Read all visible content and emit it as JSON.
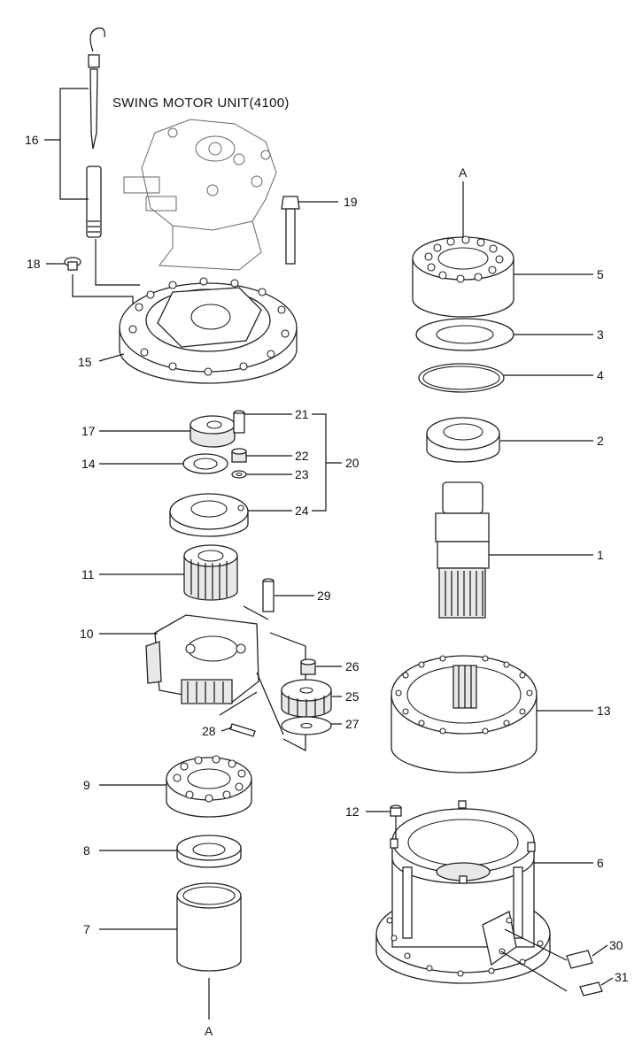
{
  "title": "SWING MOTOR UNIT(4100)",
  "labels": {
    "a_top": "A",
    "a_bottom": "A",
    "p1": "1",
    "p2": "2",
    "p3": "3",
    "p4": "4",
    "p5": "5",
    "p6": "6",
    "p7": "7",
    "p8": "8",
    "p9": "9",
    "p10": "10",
    "p11": "11",
    "p12": "12",
    "p13": "13",
    "p14": "14",
    "p15": "15",
    "p16": "16",
    "p17": "17",
    "p18": "18",
    "p19": "19",
    "p20": "20",
    "p21": "21",
    "p22": "22",
    "p23": "23",
    "p24": "24",
    "p25": "25",
    "p26": "26",
    "p27": "27",
    "p28": "28",
    "p29": "29",
    "p30": "30",
    "p31": "31"
  }
}
